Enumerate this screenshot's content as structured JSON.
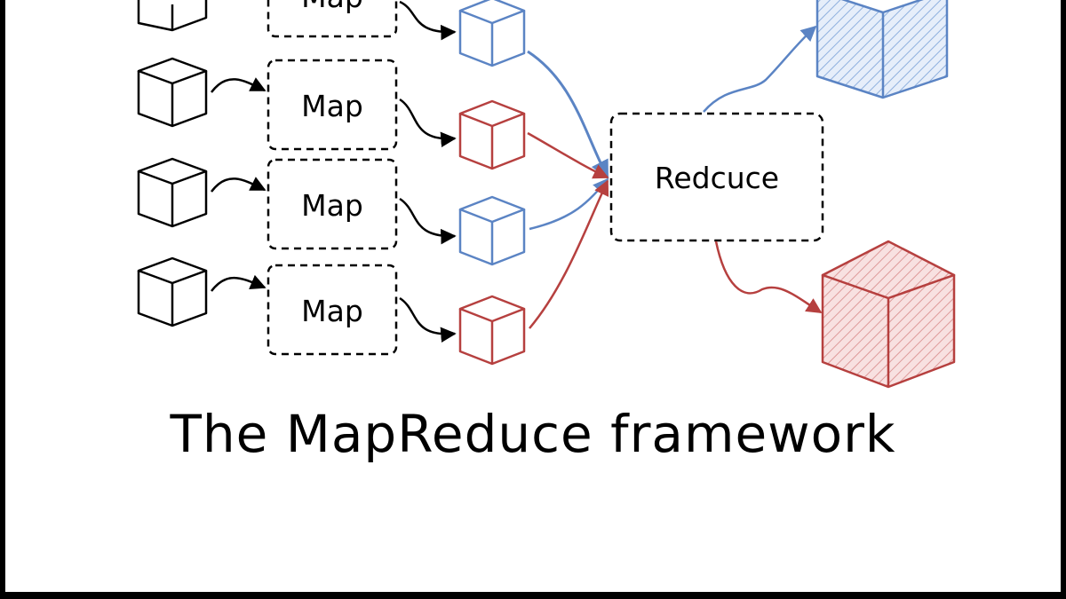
{
  "map_labels": [
    "Map",
    "Map",
    "Map",
    "Map"
  ],
  "reduce_label": "Redcuce",
  "title": "The MapReduce framework",
  "colors": {
    "blue": "#5b84c4",
    "red": "#b6403f",
    "blue_fill": "#dbe6f6",
    "red_fill": "#f4d2d2",
    "ink": "#000000"
  },
  "icons": [
    "cube-icon"
  ]
}
